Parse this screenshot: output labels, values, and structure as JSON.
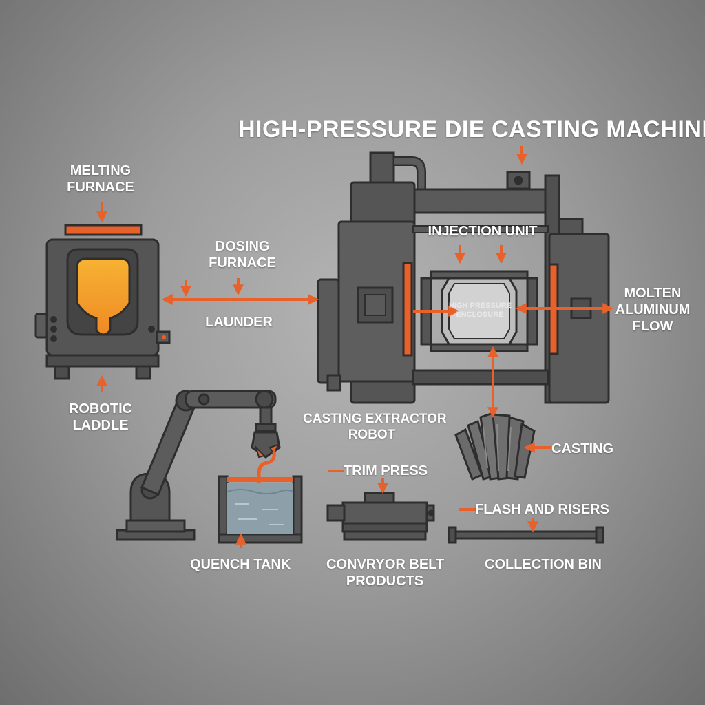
{
  "title": "HIGH-PRESSURE DIE CASTING MACHINE",
  "labels": {
    "melting_furnace": [
      "MELTING",
      "FURNACE"
    ],
    "dosing_furnace": [
      "DOSING",
      "FURNACE"
    ],
    "launder": "LAUNDER",
    "robotic_ladle": [
      "ROBOTIC",
      "LADDLE"
    ],
    "injection_unit": "INJECTION UNIT",
    "die_center": [
      "HIGH PRESSURE",
      "ENCLOSURE"
    ],
    "molten_aluminum_flow": [
      "MOLTEN",
      "ALUMINUM",
      "FLOW"
    ],
    "casting_extractor_robot": [
      "CASTING EXTRACTOR",
      "ROBOT"
    ],
    "casting": "CASTING",
    "trim_press": "TRIM PRESS",
    "flash_and_risers": "FLASH AND RISERS",
    "quench_tank": "QUENCH TANK",
    "conveyor_belt_products": [
      "CONVRYOR BELT",
      "PRODUCTS"
    ],
    "collection_bin": "COLLECTION BIN"
  },
  "colors": {
    "accent_orange": "#e8602a",
    "molten_core": "#f5a02a",
    "machine_dark": "#4a4a4a",
    "machine_mid": "#5c5c5c",
    "outline": "#2e2e2e",
    "water": "#8da0aa"
  }
}
